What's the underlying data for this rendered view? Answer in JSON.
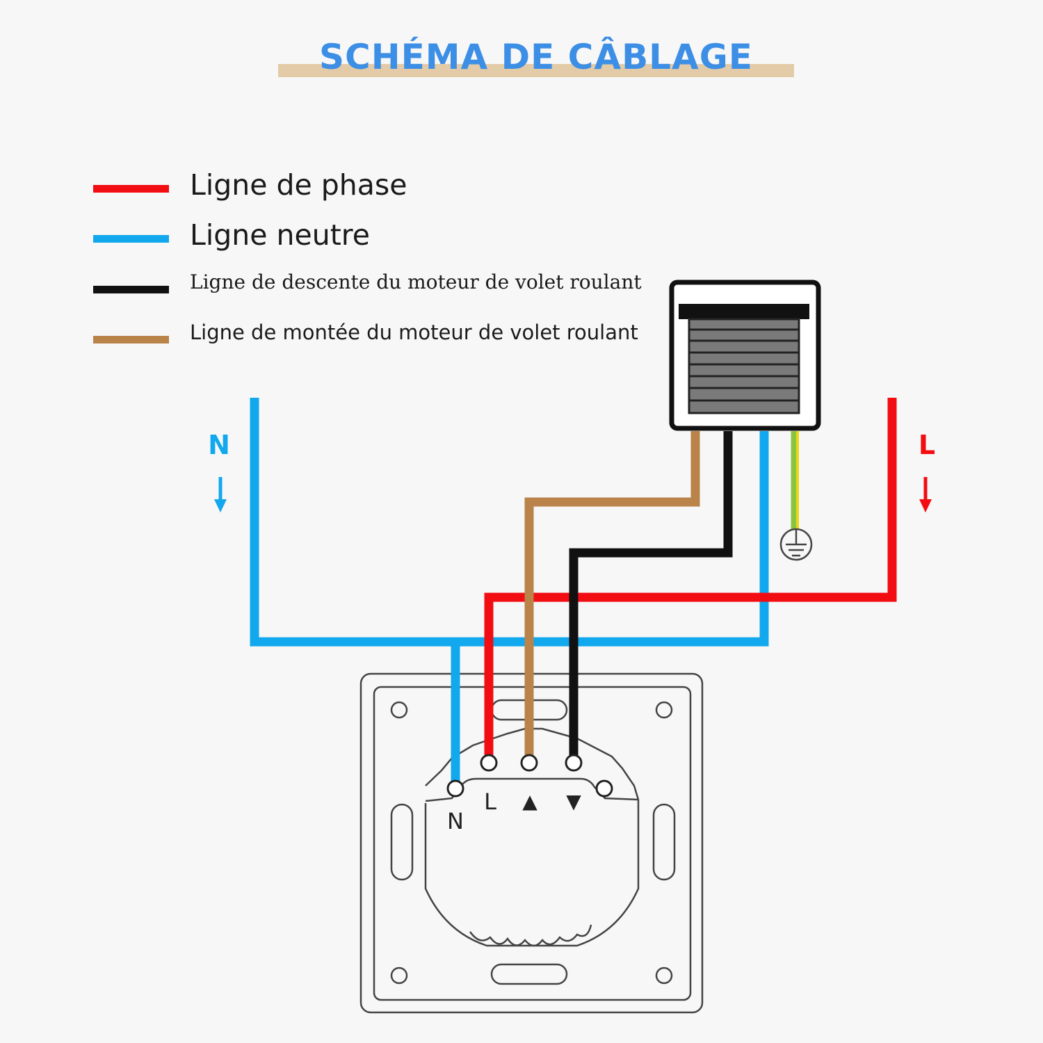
{
  "title": "SCHÉMA DE CÂBLAGE",
  "colors": {
    "title": "#3d8fe6",
    "title_bar": "#e3cba8",
    "phase": "#f20d13",
    "neutral": "#12a8ee",
    "down": "#111111",
    "up": "#b9834a",
    "earth_green": "#8bc53f",
    "earth_yellow": "#e6d81c"
  },
  "legend": [
    {
      "label": "Ligne de phase",
      "color": "#f20d13"
    },
    {
      "label": "Ligne neutre",
      "color": "#12a8ee"
    },
    {
      "label": "Ligne de descente du moteur de volet roulant",
      "color": "#111111"
    },
    {
      "label": "Ligne de montée du moteur de volet roulant",
      "color": "#b9834a"
    }
  ],
  "supply": {
    "neutral_label": "N",
    "phase_label": "L"
  },
  "terminals": {
    "n": "N",
    "l": "L",
    "up": "▲",
    "down": "▼"
  }
}
